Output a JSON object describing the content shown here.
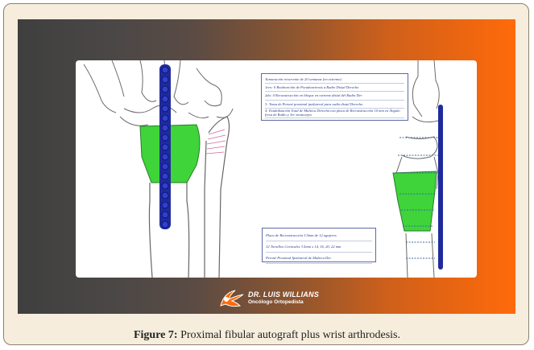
{
  "figure": {
    "label": "Figure 7:",
    "caption": "Proximal fibular autograft plus wrist arthrodesis."
  },
  "logo": {
    "name": "DR. LUIS WILLIANS",
    "subtitle": "Oncólogo Ortopedista"
  },
  "notes": {
    "top": [
      "Tumoración recurrente de 20 semanas (en extremo)",
      "1ero: 0 Reabsorción de Pseudoartrosis a Radio Distal Derecho",
      "2do: 0 Reconstrucción en bloque en extremo distal del Radio Der",
      "3: Toma de Peroné proximal ipsilateral para radio distal Derecho",
      "4: Estabilización Total de Muñeca Derecha con placa de Reconstrucción 10 mm en Ángulo fresa de Radio y 3er metacarpo"
    ],
    "bottom": [
      "Placa de Reconstrucción 3.5mm de 12 agujeros",
      "12 Tornillos Corticales 3.5mm x 14, 16, 20, 22 mm",
      "Peroné Proximal Ipsilateral de Muñeca Der"
    ]
  },
  "colors": {
    "graft": "#3fd43a",
    "plate": "#1f2b9c",
    "bone_line": "#555555"
  }
}
